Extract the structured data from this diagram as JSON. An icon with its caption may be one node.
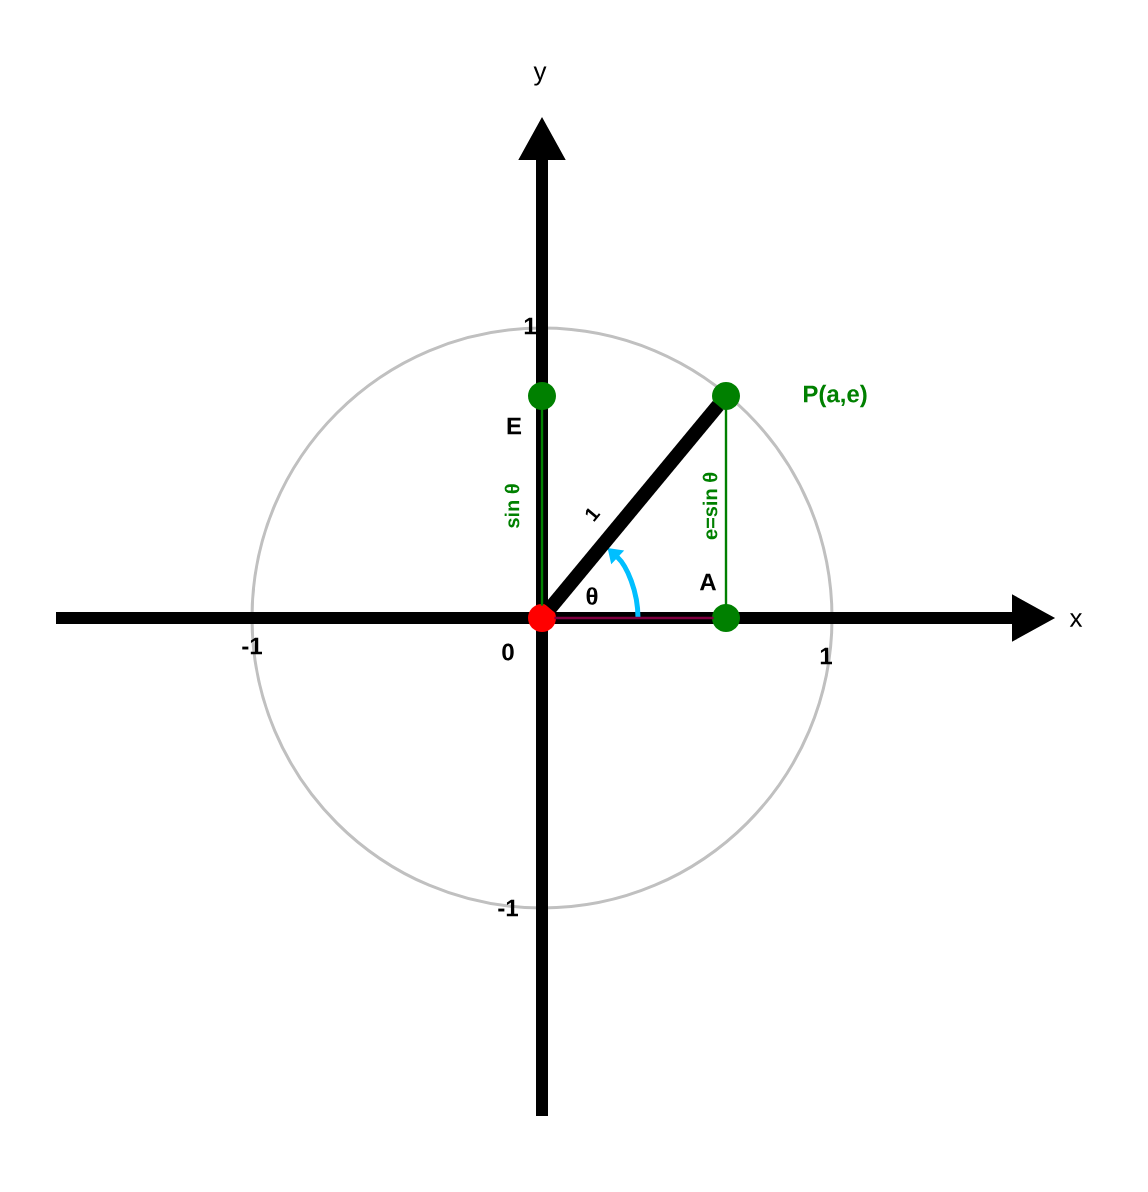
{
  "diagram": {
    "nodes": [
      {
        "text": [],
        "shape": "circle",
        "beside": [
          "0"
        ]
      },
      {
        "text": [],
        "shape": "circle",
        "beside": [
          "P(a,e)"
        ]
      },
      {
        "text": [],
        "shape": "circle",
        "beside": [
          "A"
        ]
      },
      {
        "text": [],
        "shape": "circle",
        "beside": [
          "E"
        ]
      }
    ],
    "edges": [
      {
        "from": 0,
        "to": 1,
        "arrow": "none",
        "label": "1",
        "style": "thick",
        "color": "#000000"
      },
      {
        "from": 1,
        "to": 2,
        "arrow": "none",
        "label": "e=sin θ",
        "color": "#008000"
      },
      {
        "from": 3,
        "to": 0,
        "arrow": "none",
        "label": "sin θ",
        "color": "#008000"
      },
      {
        "from": 0,
        "to": 2,
        "arrow": "none",
        "color": "#800040"
      }
    ],
    "labels": [
      "y",
      "1",
      "-1",
      "1",
      "-1",
      "x",
      "θ"
    ]
  }
}
